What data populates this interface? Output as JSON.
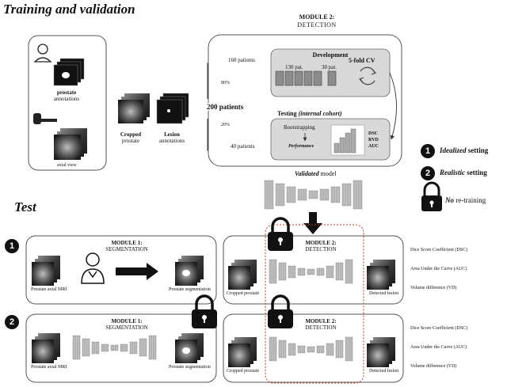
{
  "sections": {
    "training_title": "Training and validation",
    "test_title": "Test"
  },
  "training": {
    "prostate_label_bold": "prostate",
    "prostate_label_rest": "annotations",
    "axial_view": "axial view",
    "cropped_bold": "Cropped",
    "cropped_rest": "prostate",
    "lesion_bold": "Lesion",
    "lesion_rest": "annotations",
    "patients_total": "200 patients",
    "pct_80": "80%",
    "pct_20": "20%",
    "patients_160": "160 patients",
    "patients_40": "40 patients"
  },
  "module2_top": {
    "title": "MODULE 2:",
    "subtitle": "DETECTION",
    "development": "Development",
    "pat130": "130 pat.",
    "pat30": "30 pat.",
    "cv": "5-fold CV",
    "testing_bold": "Testing",
    "testing_italic": "(internal cohort)",
    "bootstrapping": "Bootstrapping",
    "performance": "Performance",
    "metric1": "DSC",
    "metric2": "RVD",
    "metric3": "AUC"
  },
  "legend": {
    "n1": "1",
    "n1_italic": "Idealized",
    "n1_rest": "setting",
    "n2": "2",
    "n2_italic": "Realistic",
    "n2_rest": "setting",
    "lock_italic": "No",
    "lock_rest": "re-training"
  },
  "validated_model": {
    "italic": "Validated",
    "rest": "model"
  },
  "test": {
    "row1_num": "1",
    "row2_num": "2",
    "m1_title": "MODULE 1:",
    "m1_sub": "SEGMENTATION",
    "m2_title": "MODULE 2:",
    "m2_sub": "DETECTION",
    "prostate_mri": "Prostate axial MRI",
    "prostate_seg": "Prostate segmentation",
    "cropped_prostate": "Cropped prostate",
    "detected_lesion": "Detected lesion",
    "metrics": [
      "Dice Score Coefficient (DSC)",
      "Area Under the Curve (AUC)",
      "Volume difference (VD)"
    ]
  },
  "colors": {
    "panel_stroke": "#555555",
    "gray_box": "#d9d9d9",
    "dashed_red": "#c0392b"
  }
}
